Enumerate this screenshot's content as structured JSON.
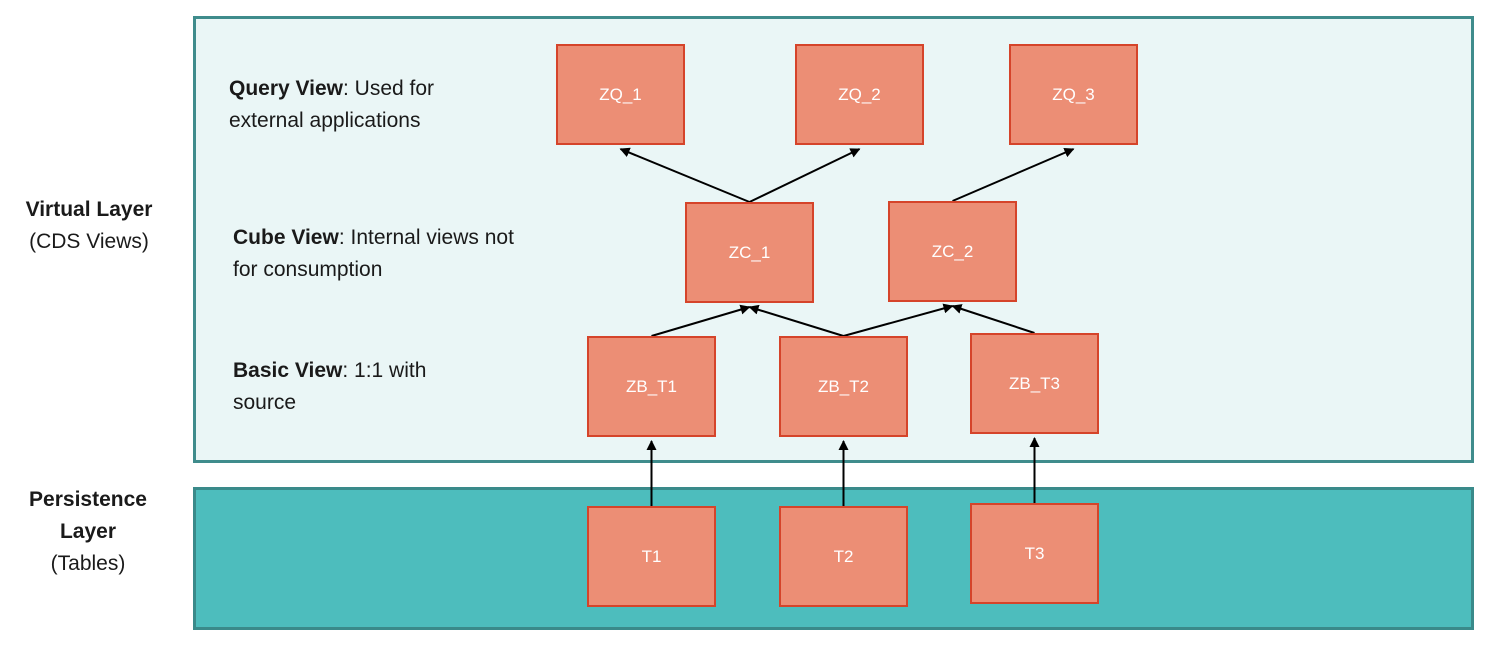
{
  "layers": {
    "virtual": {
      "title": "Virtual Layer",
      "subtitle": "(CDS Views)"
    },
    "persistence": {
      "title_line1": "Persistence",
      "title_line2": "Layer",
      "subtitle": "(Tables)"
    }
  },
  "descriptions": {
    "query": {
      "term": "Query View",
      "text": ": Used for external applications"
    },
    "cube": {
      "term": "Cube View",
      "text": ": Internal views not for consumption"
    },
    "basic": {
      "term": "Basic View",
      "text": ": 1:1 with source"
    }
  },
  "nodes": {
    "zq_1": "ZQ_1",
    "zq_2": "ZQ_2",
    "zq_3": "ZQ_3",
    "zc_1": "ZC_1",
    "zc_2": "ZC_2",
    "zb_t1": "ZB_T1",
    "zb_t2": "ZB_T2",
    "zb_t3": "ZB_T3",
    "t1": "T1",
    "t2": "T2",
    "t3": "T3"
  },
  "edges": [
    [
      "t1",
      "zb_t1"
    ],
    [
      "t2",
      "zb_t2"
    ],
    [
      "t3",
      "zb_t3"
    ],
    [
      "zb_t1",
      "zc_1"
    ],
    [
      "zb_t2",
      "zc_1"
    ],
    [
      "zb_t2",
      "zc_2"
    ],
    [
      "zb_t3",
      "zc_2"
    ],
    [
      "zc_1",
      "zq_1"
    ],
    [
      "zc_1",
      "zq_2"
    ],
    [
      "zc_2",
      "zq_3"
    ]
  ],
  "colors": {
    "node_fill": "#ec8e75",
    "node_border": "#d5442a",
    "virtual_fill": "#eaf6f6",
    "virtual_border": "#3f8c8c",
    "persistence_fill": "#4dbdbd",
    "arrow": "#000000"
  }
}
